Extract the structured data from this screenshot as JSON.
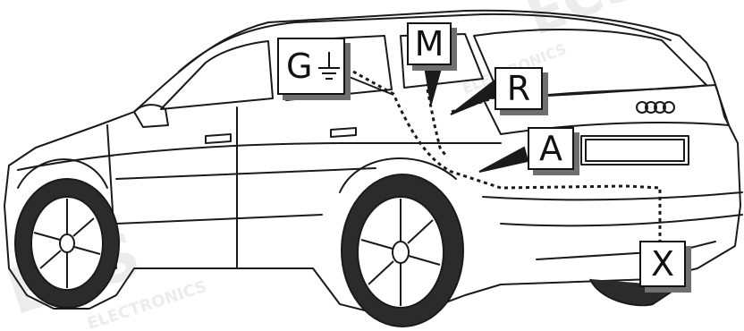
{
  "diagram": {
    "labels": {
      "ground": {
        "letter": "G"
      },
      "m": {
        "letter": "M"
      },
      "r": {
        "letter": "R"
      },
      "a": {
        "letter": "A"
      },
      "x": {
        "letter": "X"
      }
    },
    "watermark": {
      "logo": "ECS",
      "text": "ELECTRONICS"
    },
    "colors": {
      "line": "#1a1a1a",
      "shadow": "#6f6f6f",
      "watermark": "#e6e6e6"
    },
    "icons": [
      "ground-symbol-icon"
    ]
  }
}
